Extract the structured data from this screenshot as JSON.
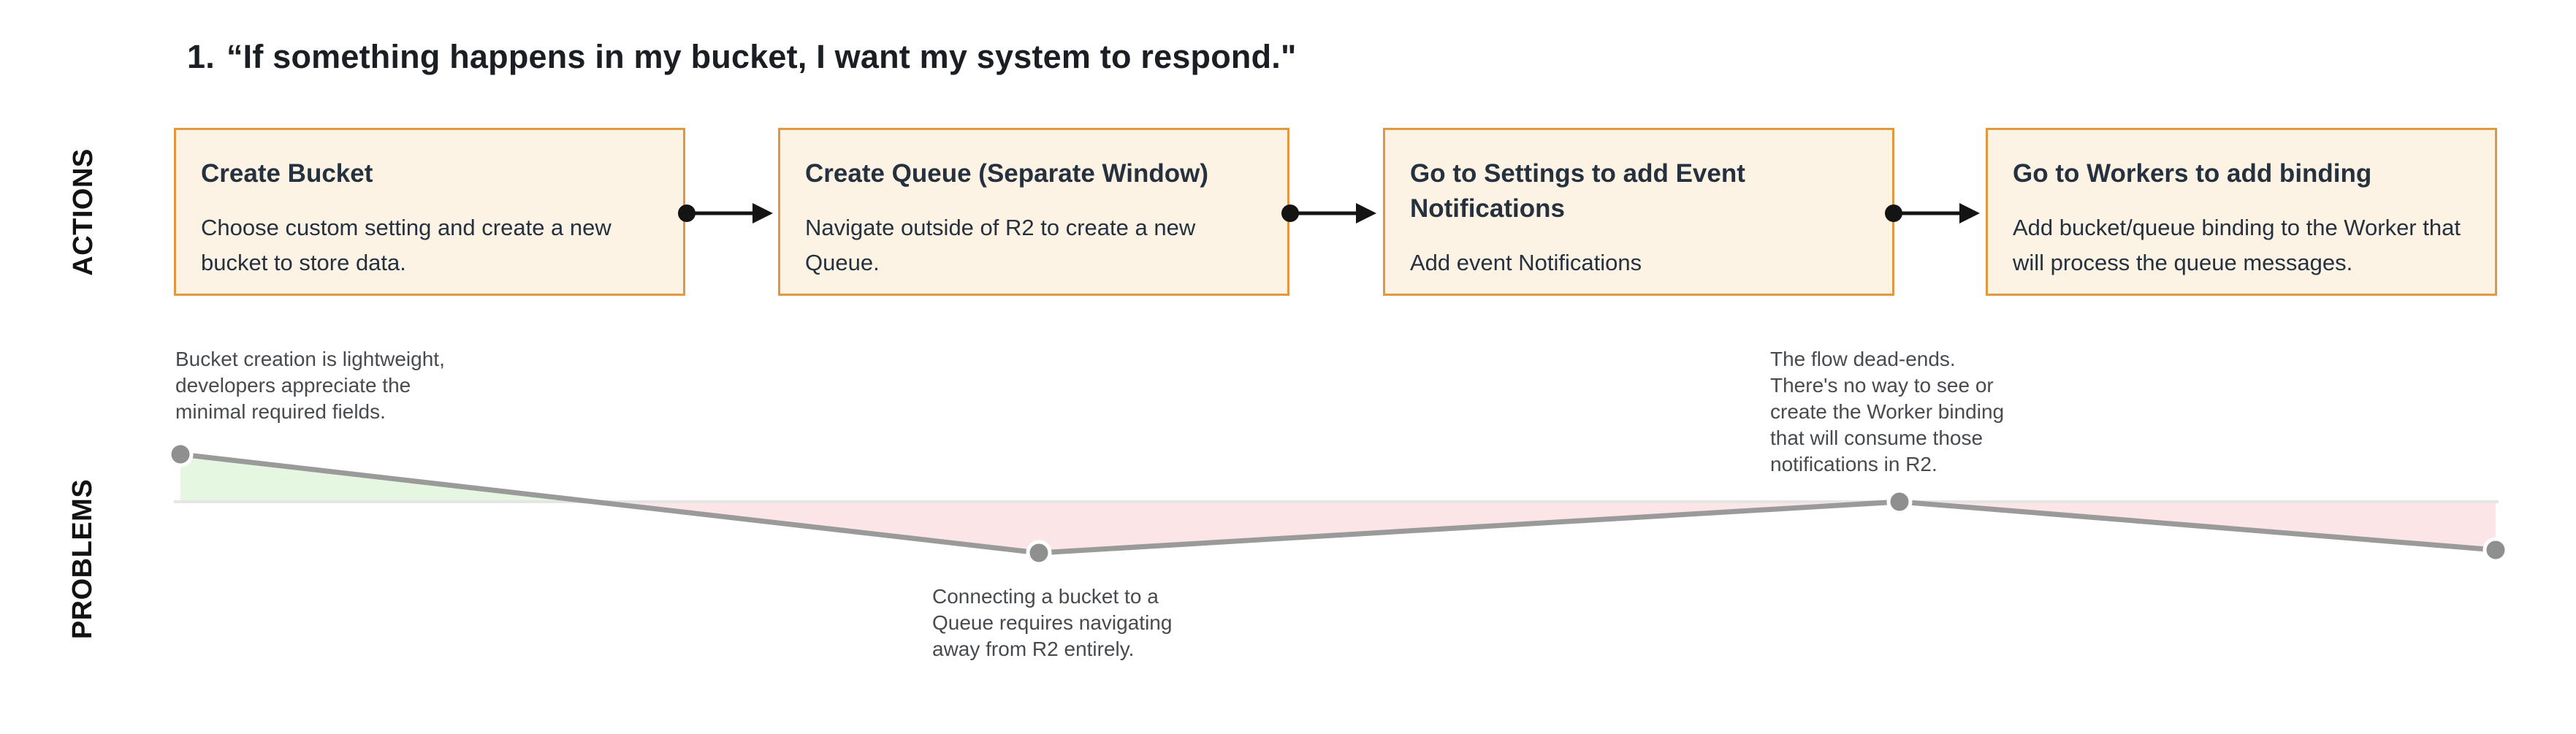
{
  "title": {
    "number": "1.",
    "text": "“If something happens in my bucket, I want my system to respond.\""
  },
  "rows": {
    "actions_label": "ACTIONS",
    "problems_label": "PROBLEMS"
  },
  "actions": [
    {
      "title": "Create Bucket",
      "body": "Choose custom setting and create a new bucket to store data."
    },
    {
      "title": "Create Queue (Separate Window)",
      "body": "Navigate outside of R2 to create a new Queue."
    },
    {
      "title": "Go to Settings to add Event Notifications",
      "body": "Add event Notifications"
    },
    {
      "title": "Go to Workers to add binding",
      "body": "Add bucket/queue binding to the Worker that will process the queue messages."
    }
  ],
  "problems": [
    {
      "text": "Bucket creation is lightweight,\ndevelopers appreciate the\nminimal required fields.",
      "sentiment": "positive"
    },
    {
      "text": "Connecting a bucket to a\nQueue requires navigating\naway from R2 entirely.",
      "sentiment": "negative"
    },
    {
      "text": "The flow dead-ends.\nThere's no way to see or\ncreate the Worker binding\nthat will consume those\nnotifications in R2.",
      "sentiment": "negative"
    }
  ],
  "sentiment_curve": {
    "description": "Gray line across the PROBLEMS row; above the light baseline = positive (green fill), below = negative (pink fill).",
    "points": [
      {
        "step": 1,
        "label": "Create Bucket",
        "position": "above baseline"
      },
      {
        "step": 2,
        "label": "Create Queue (Separate Window)",
        "position": "below baseline"
      },
      {
        "step": 3,
        "label": "Go to Settings to add Event Notifications",
        "position": "at baseline"
      },
      {
        "step": 4,
        "label": "Go to Workers to add binding",
        "position": "below baseline"
      }
    ]
  },
  "colors": {
    "box_fill": "#fcf3e4",
    "box_border": "#e2983e",
    "box_text": "#26313f",
    "title_text": "#1b1e23",
    "annotation_text": "#474b50",
    "curve_line": "#9a9a9a",
    "curve_dot": "#8f8f8f",
    "baseline": "#e5e5e5",
    "positive_fill": "#e5f7e0",
    "negative_fill": "#fbe5e7",
    "connector": "#141414"
  }
}
